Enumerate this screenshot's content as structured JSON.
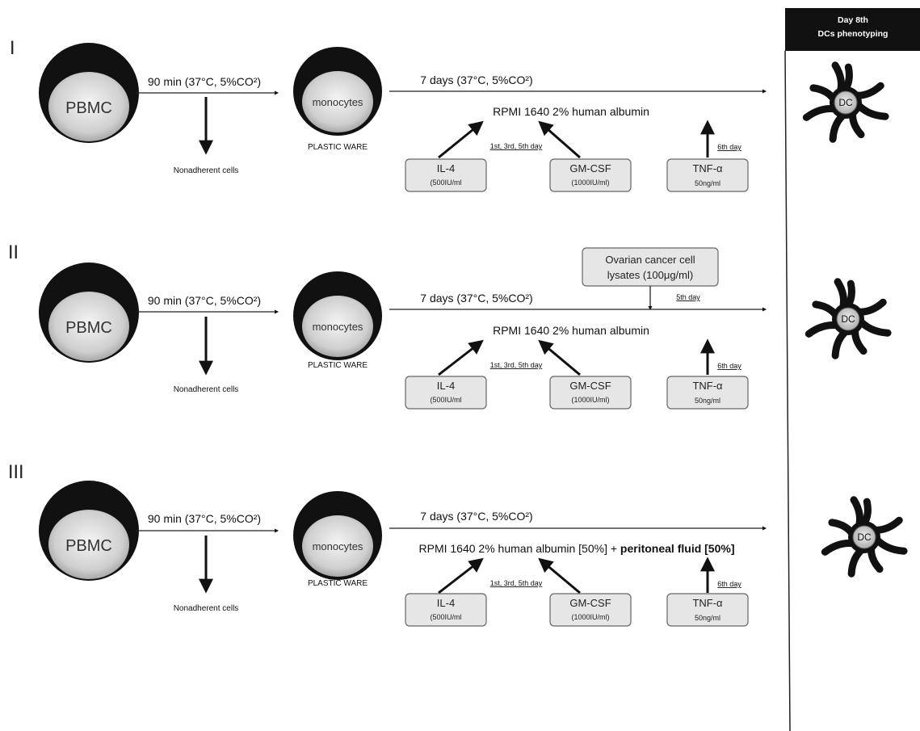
{
  "header": {
    "line1": "Day 8th",
    "line2": "DCs phenotyping"
  },
  "rows": [
    {
      "roman": "I",
      "pbmc": "PBMC",
      "incubation": "90 min (37°C, 5%CO²)",
      "nonadherent": "Nonadherent cells",
      "monocytes": "monocytes",
      "plastic": "PLASTIC WARE",
      "days": "7 days (37°C, 5%CO²)",
      "medium": "RPMI 1640  2% human albumin",
      "medium_bold": "",
      "days_note": "1st, 3rd, 5th day",
      "tnf_note": "6th day",
      "il4": "IL-4",
      "il4_dose": "(500IU/ml",
      "gmcsf": "GM-CSF",
      "gmcsf_dose": "(1000IU/ml)",
      "tnf": "TNF-α",
      "tnf_dose": "50ng/ml",
      "dc": "DC"
    },
    {
      "roman": "II",
      "pbmc": "PBMC",
      "incubation": "90 min (37°C, 5%CO²)",
      "nonadherent": "Nonadherent cells",
      "monocytes": "monocytes",
      "plastic": "PLASTIC WARE",
      "days": "7 days (37°C, 5%CO²)",
      "medium": "RPMI 1640  2% human albumin",
      "medium_bold": "",
      "days_note": "1st, 3rd, 5th day",
      "tnf_note": "6th day",
      "il4": "IL-4",
      "il4_dose": "(500IU/ml",
      "gmcsf": "GM-CSF",
      "gmcsf_dose": "(1000IU/ml)",
      "tnf": "TNF-α",
      "tnf_dose": "50ng/ml",
      "dc": "DC",
      "lysate_line1": "Ovarian cancer cell",
      "lysate_line2": "lysates (100μg/ml)",
      "lysate_note": "5th day"
    },
    {
      "roman": "III",
      "pbmc": "PBMC",
      "incubation": "90 min (37°C, 5%CO²)",
      "nonadherent": "Nonadherent cells",
      "monocytes": "monocytes",
      "plastic": "PLASTIC WARE",
      "days": "7 days (37°C, 5%CO²)",
      "medium": "RPMI 1640  2% human albumin [50%] + ",
      "medium_bold": "peritoneal fluid [50%]",
      "days_note": "1st, 3rd, 5th day",
      "tnf_note": "6th day",
      "il4": "IL-4",
      "il4_dose": "(500IU/ml",
      "gmcsf": "GM-CSF",
      "gmcsf_dose": "(1000IU/ml)",
      "tnf": "TNF-α",
      "tnf_dose": "50ng/ml",
      "dc": "DC"
    }
  ]
}
